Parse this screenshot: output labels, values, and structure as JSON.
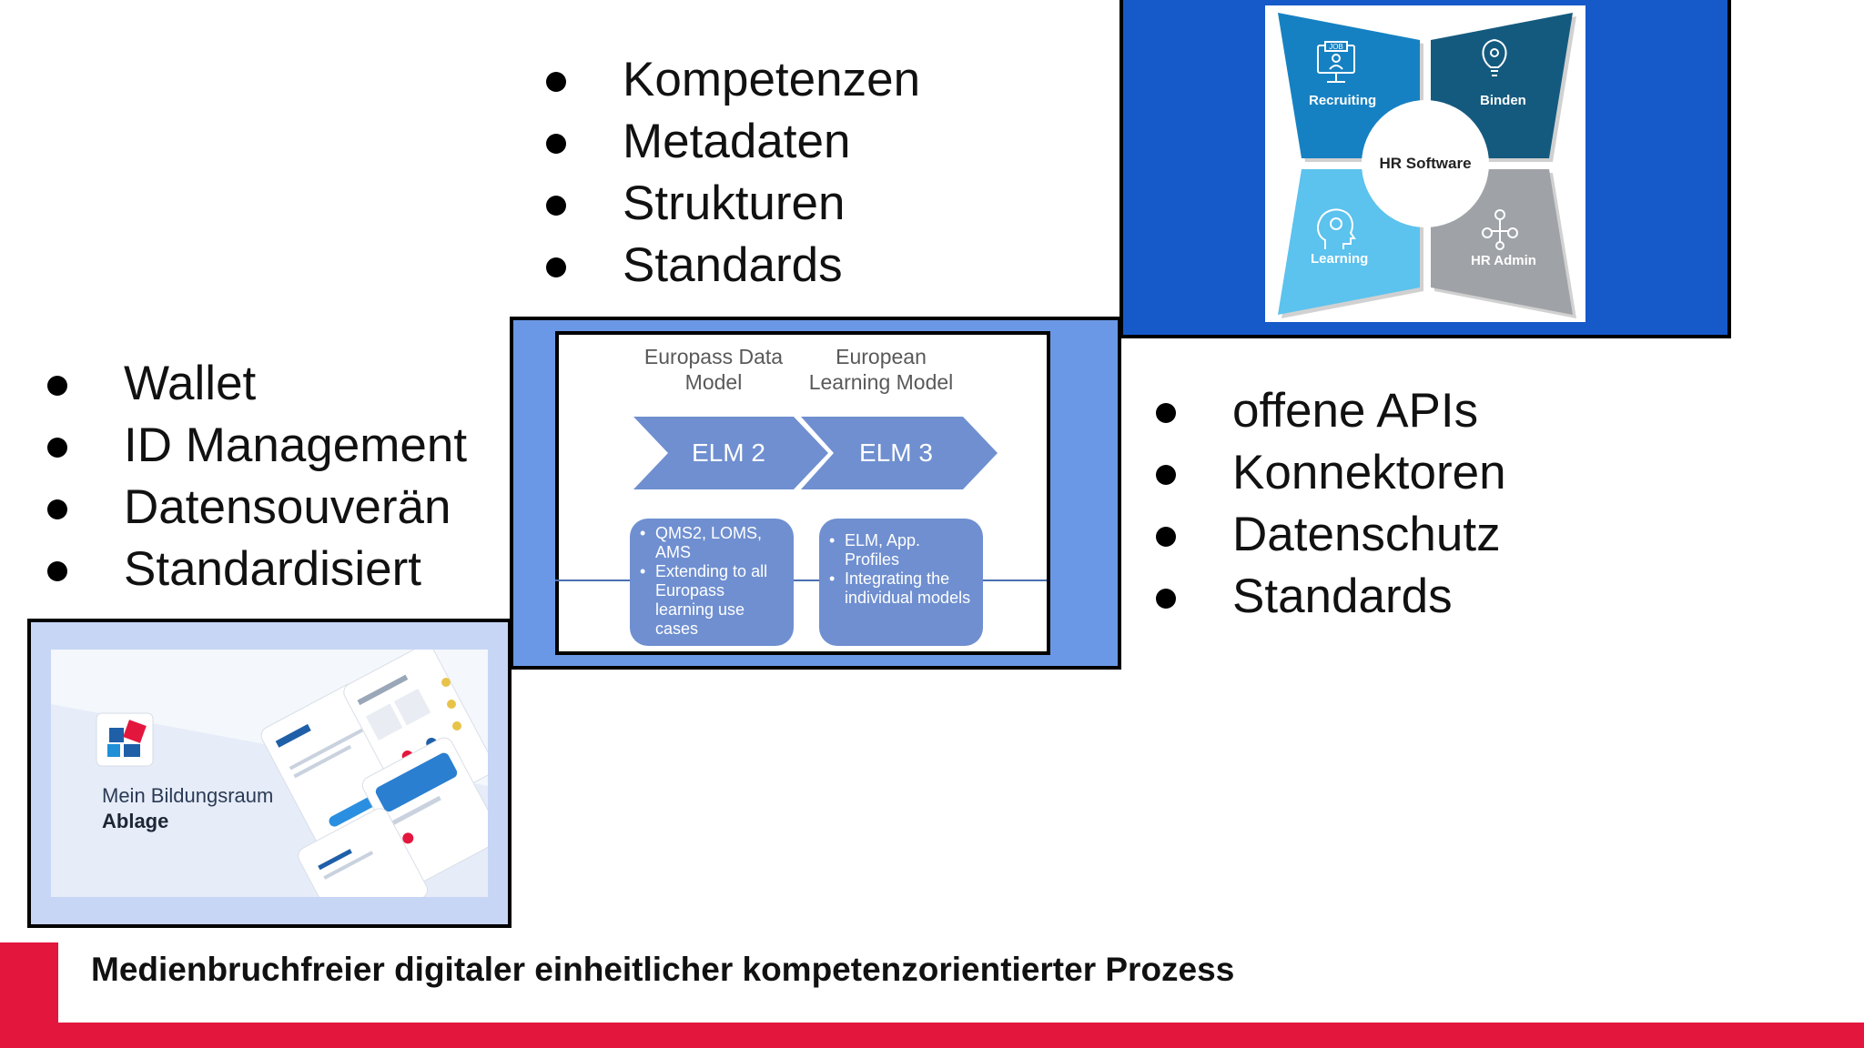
{
  "top_list": {
    "items": [
      "Kompetenzen",
      "Metadaten",
      "Strukturen",
      "Standards"
    ]
  },
  "left_list": {
    "items": [
      "Wallet",
      "ID Management",
      "Datensouverän",
      "Standardisiert"
    ]
  },
  "right_list": {
    "items": [
      "offene APIs",
      "Konnektoren",
      "Datenschutz",
      "Standards"
    ]
  },
  "hr_graphic": {
    "center": "HR Software",
    "segments": [
      {
        "label": "Recruiting",
        "icon": "job-monitor-icon",
        "color": "#1681c2"
      },
      {
        "label": "Binden",
        "icon": "lightbulb-icon",
        "color": "#145a7e"
      },
      {
        "label": "Learning",
        "icon": "head-gear-icon",
        "color": "#5cc2ee"
      },
      {
        "label": "HR Admin",
        "icon": "people-network-icon",
        "color": "#9fa3a7"
      }
    ],
    "frame_color": "#1659c9"
  },
  "elm_diagram": {
    "heading_1": "Europass Data\nModel",
    "heading_2": "European\nLearning Model",
    "chevron_1": "ELM 2",
    "chevron_2": "ELM 3",
    "box_1": [
      "QMS2, LOMS, AMS",
      "Extending to all Europass learning use cases"
    ],
    "box_2": [
      "ELM, App. Profiles",
      "Integrating the individual models"
    ],
    "frame_color": "#6b98e6"
  },
  "app_preview": {
    "title_line1": "Mein Bildungsraum",
    "title_line2": "Ablage",
    "frame_color": "#c7d6f5"
  },
  "footer": {
    "text": "Medienbruchfreier digitaler einheitlicher kompetenzorientierter Prozess",
    "accent": "#e3173e"
  }
}
